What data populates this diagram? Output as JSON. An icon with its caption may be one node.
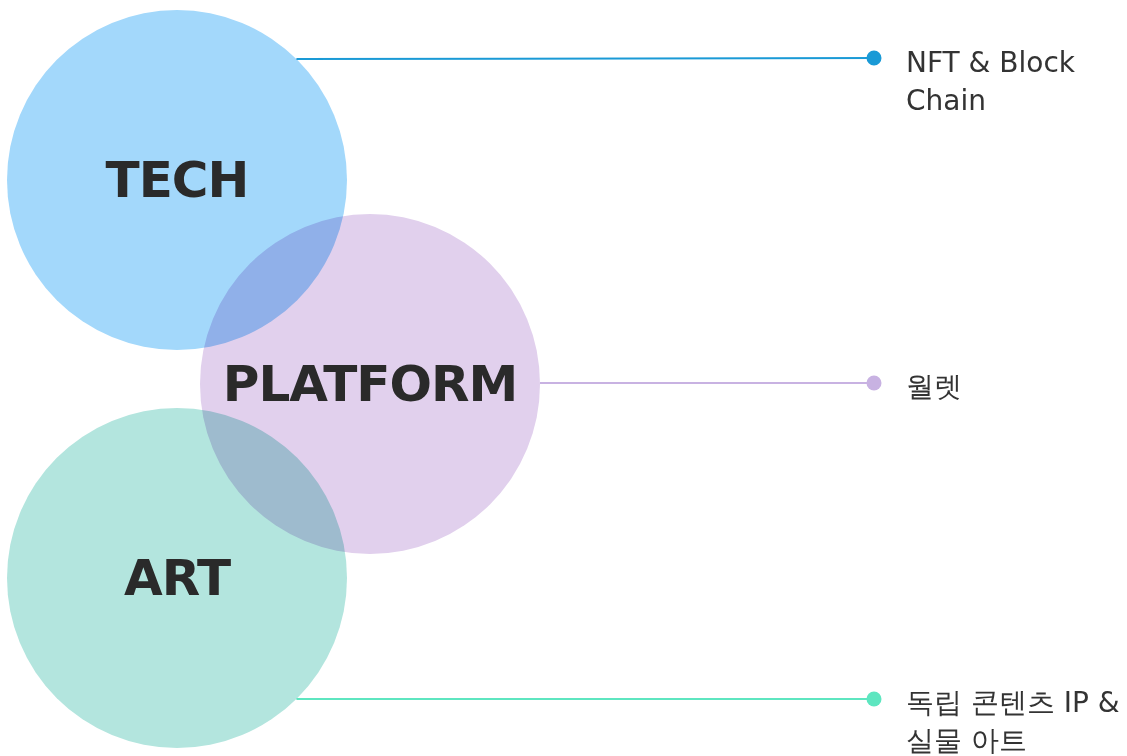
{
  "diagram": {
    "nodes": [
      {
        "text": [
          "TECH"
        ]
      },
      {
        "text": [
          "PLATFORM"
        ]
      },
      {
        "text": [
          "ART"
        ]
      },
      {
        "text": [
          "NFT & Block Chain"
        ]
      },
      {
        "text": [
          "월렛"
        ]
      },
      {
        "text": [
          "독립 콘텐츠 IP & 실물 아트"
        ]
      }
    ],
    "edges": [
      {
        "from": 0,
        "to": 3,
        "arrow": "other",
        "color": "#1a9ad6"
      },
      {
        "from": 1,
        "to": 4,
        "arrow": "other",
        "color": "#c8b2e2"
      },
      {
        "from": 2,
        "to": 5,
        "arrow": "other",
        "color": "#5ee6c0"
      }
    ]
  }
}
